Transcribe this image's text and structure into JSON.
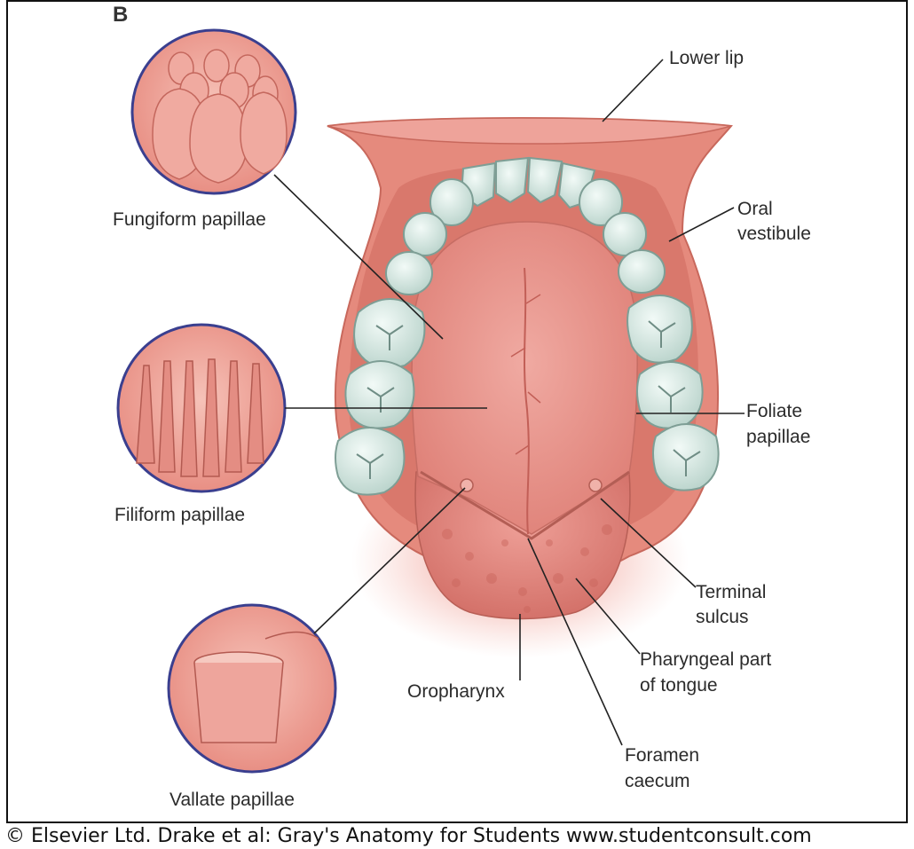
{
  "panel_letter": "B",
  "labels": {
    "lower_lip": "Lower lip",
    "oral_vestibule_1": "Oral",
    "oral_vestibule_2": "vestibule",
    "fungiform": "Fungiform papillae",
    "filiform": "Filiform papillae",
    "vallate": "Vallate papillae",
    "foliate_1": "Foliate",
    "foliate_2": "papillae",
    "terminal_1": "Terminal",
    "terminal_2": "sulcus",
    "pharyngeal_1": "Pharyngeal part",
    "pharyngeal_2": "of tongue",
    "oropharynx": "Oropharynx",
    "foramen_1": "Foramen",
    "foramen_2": "caecum"
  },
  "credit": "© Elsevier Ltd. Drake et al: Gray's Anatomy for Students www.studentconsult.com",
  "colors": {
    "mucosa": "#e58a7d",
    "tongue": "#e8958f",
    "tooth": "#d6e8e2",
    "circle_border": "#3a3f8f",
    "line": "#222222"
  }
}
